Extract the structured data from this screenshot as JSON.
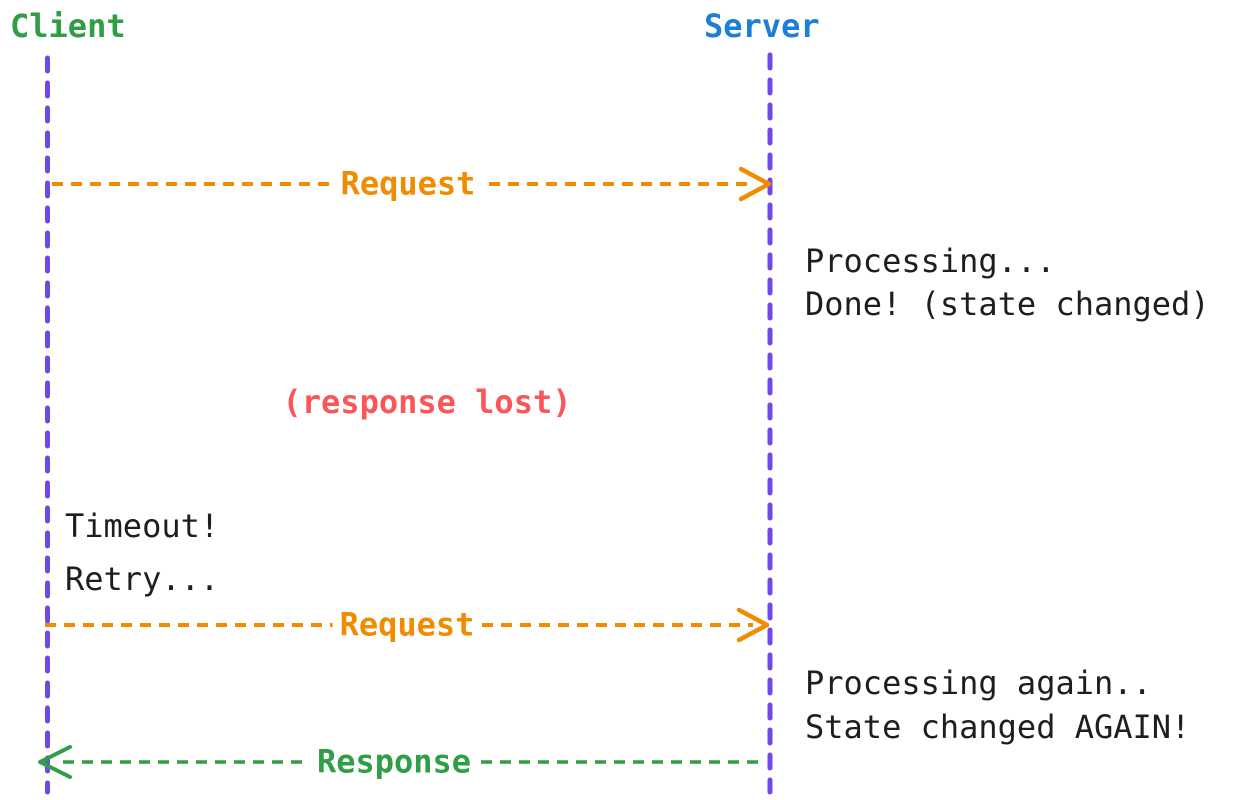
{
  "colors": {
    "lifeline": "#7048e8",
    "request": "#f08c00",
    "response": "#2f9e44",
    "client": "#2f9e44",
    "server": "#1c7ed6",
    "lost": "#fa5658",
    "text": "#1e1e1e"
  },
  "actors": {
    "client": {
      "label": "Client"
    },
    "server": {
      "label": "Server"
    }
  },
  "messages": {
    "request1": {
      "label": "Request",
      "direction": "client-to-server"
    },
    "request2": {
      "label": "Request",
      "direction": "client-to-server"
    },
    "response": {
      "label": "Response",
      "direction": "server-to-client"
    }
  },
  "annotations": {
    "server_note1": {
      "line1": "Processing...",
      "line2": "Done! (state changed)"
    },
    "response_lost": "(response lost)",
    "client_note": {
      "line1": "Timeout!",
      "line2": "Retry..."
    },
    "server_note2": {
      "line1": "Processing again..",
      "line2": "State changed AGAIN!"
    }
  }
}
